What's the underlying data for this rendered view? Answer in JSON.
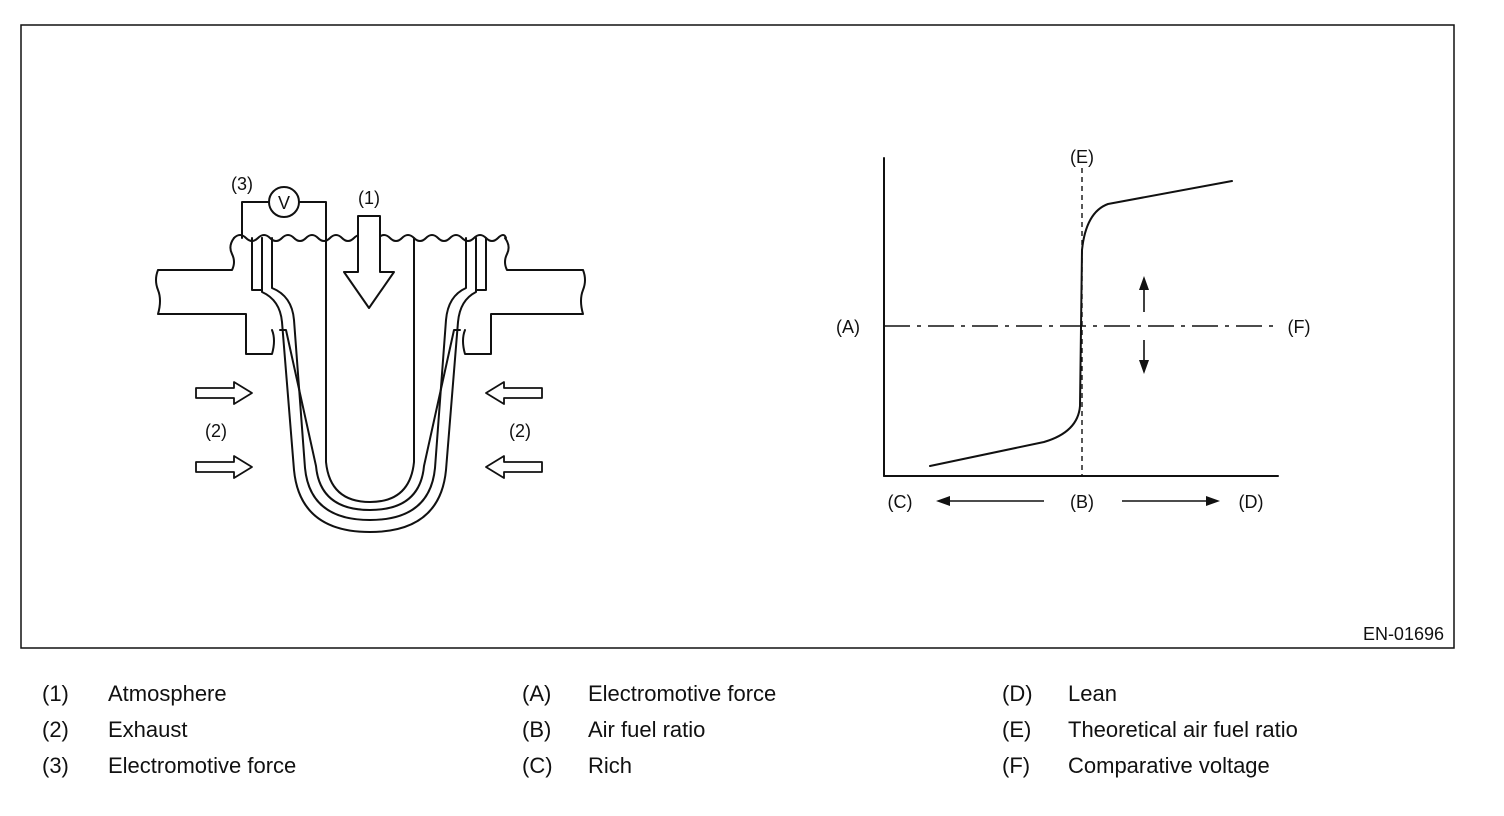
{
  "figure_code": "EN-01696",
  "sensor": {
    "atmosphere_label": "(1)",
    "exhaust_label_left": "(2)",
    "exhaust_label_right": "(2)",
    "emf_label": "(3)",
    "voltmeter_symbol": "V"
  },
  "graph": {
    "y_label": "(A)",
    "x_center_label": "(B)",
    "x_left_label": "(C)",
    "x_right_label": "(D)",
    "theoretical_label": "(E)",
    "comparative_label": "(F)"
  },
  "legend": {
    "col1": [
      {
        "num": "(1)",
        "text": "Atmosphere"
      },
      {
        "num": "(2)",
        "text": "Exhaust"
      },
      {
        "num": "(3)",
        "text": "Electromotive force"
      }
    ],
    "col2": [
      {
        "num": "(A)",
        "text": "Electromotive force"
      },
      {
        "num": "(B)",
        "text": "Air fuel ratio"
      },
      {
        "num": "(C)",
        "text": "Rich"
      }
    ],
    "col3": [
      {
        "num": "(D)",
        "text": "Lean"
      },
      {
        "num": "(E)",
        "text": "Theoretical air fuel ratio"
      },
      {
        "num": "(F)",
        "text": "Comparative voltage"
      }
    ]
  }
}
